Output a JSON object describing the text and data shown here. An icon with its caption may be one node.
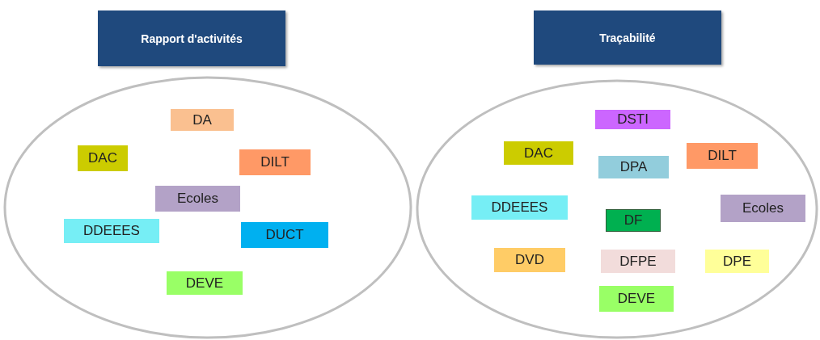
{
  "diagram": {
    "nodes": [
      {
        "text": [
          "Rapport d'activités"
        ]
      },
      {
        "text": [
          "Traçabilité"
        ]
      },
      {
        "text": [],
        "shape": "ellipse"
      },
      {
        "text": [
          "DA"
        ],
        "in": 2
      },
      {
        "text": [
          "DAC"
        ],
        "in": 2
      },
      {
        "text": [
          "DILT"
        ],
        "in": 2
      },
      {
        "text": [
          "Ecoles"
        ],
        "in": 2
      },
      {
        "text": [
          "DDEEES"
        ],
        "in": 2
      },
      {
        "text": [
          "DUCT"
        ],
        "in": 2
      },
      {
        "text": [
          "DEVE"
        ],
        "in": 2
      },
      {
        "text": [],
        "shape": "ellipse"
      },
      {
        "text": [
          "DSTI"
        ],
        "in": 10
      },
      {
        "text": [
          "DAC"
        ],
        "in": 10
      },
      {
        "text": [
          "DPA"
        ],
        "in": 10
      },
      {
        "text": [
          "DILT"
        ],
        "in": 10
      },
      {
        "text": [
          "DDEEES"
        ],
        "in": 10
      },
      {
        "text": [
          "DF"
        ],
        "in": 10
      },
      {
        "text": [
          "Ecoles"
        ],
        "in": 10
      },
      {
        "text": [
          "DVD"
        ],
        "in": 10
      },
      {
        "text": [
          "DFPE"
        ],
        "in": 10
      },
      {
        "text": [
          "DPE"
        ],
        "in": 10
      },
      {
        "text": [
          "DEVE"
        ],
        "in": 10
      }
    ]
  }
}
